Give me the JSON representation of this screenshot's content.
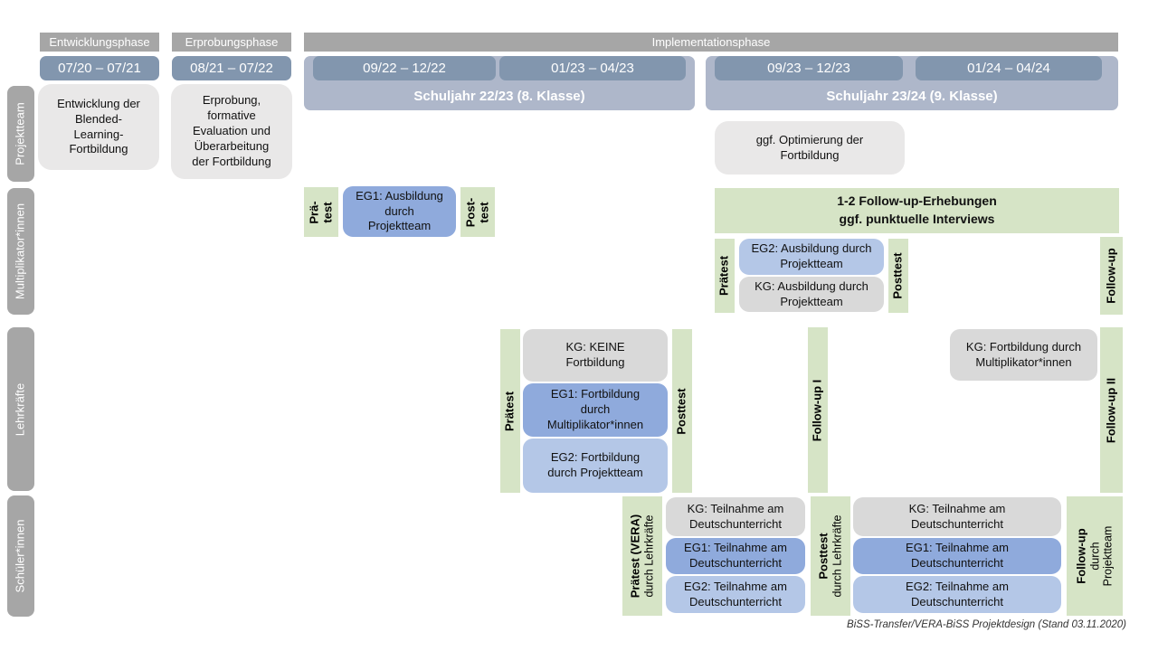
{
  "colors": {
    "phase_header_gray": "#a6a6a6",
    "row_label_gray": "#a6a6a6",
    "period_bar_blue": "#8296ae",
    "school_year_band_blue": "#aeb7ca",
    "project_box_gray": "#e9e8e8",
    "kg_box_gray": "#d9d9d9",
    "eg1_box_blue": "#8faadc",
    "eg2_box_blue": "#b4c7e7",
    "test_bar_green": "#d6e4c6"
  },
  "phases": {
    "entwicklung": "Entwicklungsphase",
    "erprobung": "Erprobungsphase",
    "implementation": "Implementationsphase"
  },
  "timeline": {
    "periods": [
      "07/20 – 07/21",
      "08/21 – 07/22",
      "09/22 – 12/22",
      "01/23 – 04/23",
      "09/23 – 12/23",
      "01/24 – 04/24"
    ],
    "school_years": [
      "Schuljahr 22/23 (8. Klasse)",
      "Schuljahr 23/24 (9. Klasse)"
    ]
  },
  "row_labels": [
    "Projektteam",
    "Multiplikator*innen",
    "Lehrkräfte",
    "Schüler*innen"
  ],
  "projektteam": {
    "entwicklung_lines": [
      "Entwicklung der",
      "Blended-",
      "Learning-",
      "Fortbildung"
    ],
    "erprobung_lines": [
      "Erprobung,",
      "formative",
      "Evaluation und",
      "Überarbeitung",
      "der Fortbildung"
    ],
    "optimierung_lines": [
      "ggf. Optimierung der",
      "Fortbildung"
    ]
  },
  "multiplikatoren": {
    "praetest1_lines": [
      "Prä-",
      "test"
    ],
    "eg1_lines": [
      "EG1: Ausbildung",
      "durch",
      "Projektteam"
    ],
    "posttest1_lines": [
      "Post-",
      "test"
    ],
    "followup_box_lines": [
      "1-2 Follow-up-Erhebungen",
      "ggf. punktuelle Interviews"
    ],
    "praetest2": "Prätest",
    "eg2_lines": [
      "EG2: Ausbildung durch",
      "Projektteam"
    ],
    "kg_lines": [
      "KG: Ausbildung durch",
      "Projektteam"
    ],
    "posttest2": "Posttest",
    "followup": "Follow-up"
  },
  "lehrkraefte": {
    "praetest": "Prätest",
    "kg_lines": [
      "KG: KEINE",
      "Fortbildung"
    ],
    "eg1_lines": [
      "EG1: Fortbildung",
      "durch",
      "Multiplikator*innen"
    ],
    "eg2_lines": [
      "EG2: Fortbildung",
      "durch Projektteam"
    ],
    "posttest": "Posttest",
    "followup1": "Follow-up I",
    "kg2_lines": [
      "KG: Fortbildung durch",
      "Multiplikator*innen"
    ],
    "followup2": "Follow-up II"
  },
  "schueler": {
    "praetest_lines": [
      "Prätest (VERA)",
      "durch Lehrkräfte"
    ],
    "kg_lines": [
      "KG: Teilnahme am",
      "Deutschunterricht"
    ],
    "eg1_lines": [
      "EG1: Teilnahme am",
      "Deutschunterricht"
    ],
    "eg2_lines": [
      "EG2: Teilnahme am",
      "Deutschunterricht"
    ],
    "posttest_lines": [
      "Posttest",
      "durch Lehrkräfte"
    ],
    "followup_lines": [
      "Follow-up",
      "durch",
      "Projektteam"
    ]
  },
  "footer": {
    "caption": "BiSS-Transfer/VERA-BiSS Projektdesign (Stand 03.11.2020)"
  }
}
